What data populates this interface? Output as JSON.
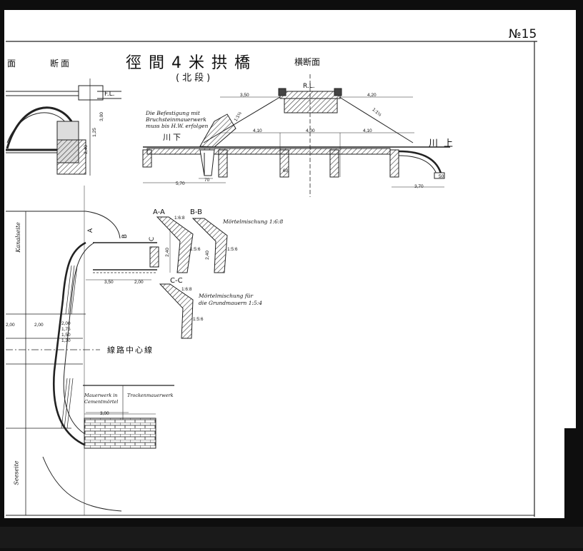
{
  "sheet_number": "№15",
  "title": "徑間4米拱橋",
  "subtitle": "(北段)",
  "headings": {
    "left_fragment": "面",
    "longitudinal_section": "断面",
    "cross_section": "横断面"
  },
  "markers": {
    "rl": "R.L.",
    "fl": "F.L."
  },
  "river": {
    "downstream": "川下",
    "upstream": "川上"
  },
  "note_befestigung": [
    "Die Befestigung mit",
    "Bruchsteinmauerwerk",
    "muss bis H.W. erfolgen"
  ],
  "sections": {
    "aa": "A-A",
    "bb": "B-B",
    "cc": "C-C",
    "cut_a": "A",
    "cut_b": "B",
    "cut_c": "C"
  },
  "mortar": {
    "mix_1": "Mörtelmischung 1:6:8",
    "mix_2_line1": "Mörtelmischung für",
    "mix_2_line2": "die Grundmauern 1:5:4"
  },
  "sides": {
    "kanalseite": "Kanalseite",
    "seeseite": "Seeseite"
  },
  "centerline": "線路中心線",
  "masonry": {
    "cement": [
      "Mauerwerk in",
      "Cementmörtel"
    ],
    "dry": "Trockenmauerwerk"
  },
  "dimensions": {
    "d350": "3,50",
    "d420": "4,20",
    "d410a": "4,10",
    "d400": "4,00",
    "d410b": "4,10",
    "d570": "5,70",
    "d370": "3,70",
    "d70": "70",
    "d300": "3,00",
    "d200a": "2,00",
    "d200b": "2,00",
    "d200c": "2,00",
    "d200d": "2,00",
    "d175": "1,75",
    "d150": "1,50",
    "d130": "1,30",
    "d240a": "2,40",
    "d240b": "2,40",
    "d240c": "2,40",
    "d350b": "3,50",
    "d125": "1,25",
    "d300b": "3,00",
    "slope1": "1:1½",
    "slope2": "1:1½",
    "r816": "1:6:8",
    "r156": "1:5:6",
    "r156b": "1:5:6",
    "r156c": "1:5:6",
    "r168": "1:6:8",
    "d50": "50",
    "d60": "60"
  }
}
